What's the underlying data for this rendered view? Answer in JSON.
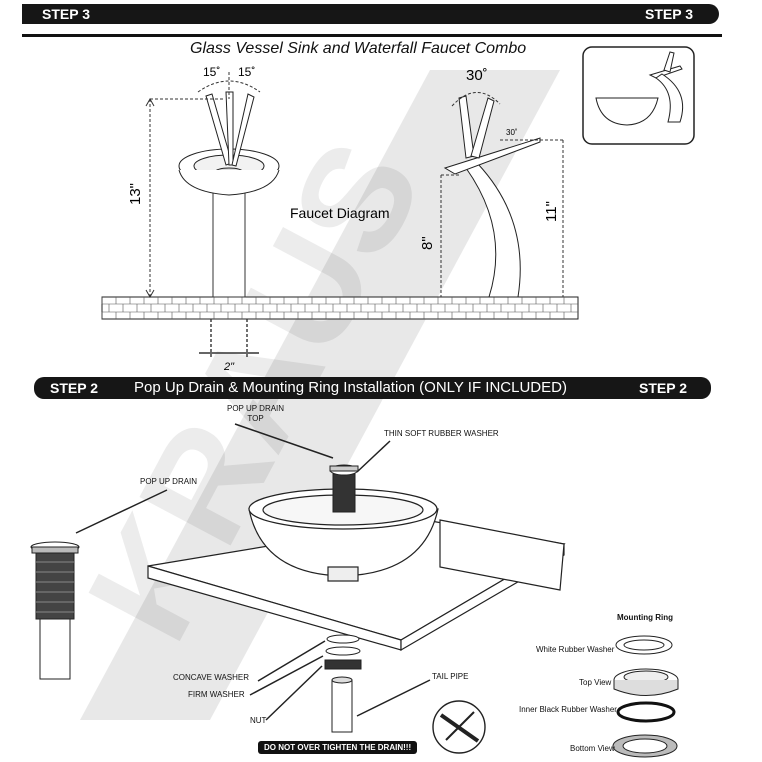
{
  "step3": {
    "left_label": "STEP 3",
    "right_label": "STEP 3",
    "title": "Glass Vessel Sink and Waterfall Faucet Combo",
    "faucet_diagram_label": "Faucet Diagram",
    "dimensions": {
      "height_13": "13\"",
      "height_8": "8\"",
      "height_11": "11\"",
      "width_2": "2\"",
      "angle_15_left": "15˚",
      "angle_15_right": "15˚",
      "angle_30": "30˚",
      "angle_30_small": "30˚"
    }
  },
  "step2": {
    "left_label": "STEP 2",
    "right_label": "STEP 2",
    "title": "Pop Up Drain & Mounting Ring Installation (ONLY IF INCLUDED)",
    "labels": {
      "pop_up_drain_top": "POP UP DRAIN\nTOP",
      "thin_soft_rubber_washer": "THIN SOFT RUBBER WASHER",
      "pop_up_drain": "POP UP DRAIN",
      "concave_washer": "CONCAVE  WASHER",
      "firm_washer": "FIRM WASHER",
      "nut": "NUT",
      "tail_pipe": "TAIL PIPE",
      "warning": "DO NOT OVER TIGHTEN THE DRAIN!!!"
    },
    "mounting_ring": {
      "title": "Mounting Ring",
      "white_rubber_washer": "White Rubber Washer",
      "top_view": "Top View",
      "inner_black_rubber_washer": "Inner Black Rubber Washer",
      "bottom_view": "Bottom View"
    }
  },
  "watermark": "KRAUS"
}
